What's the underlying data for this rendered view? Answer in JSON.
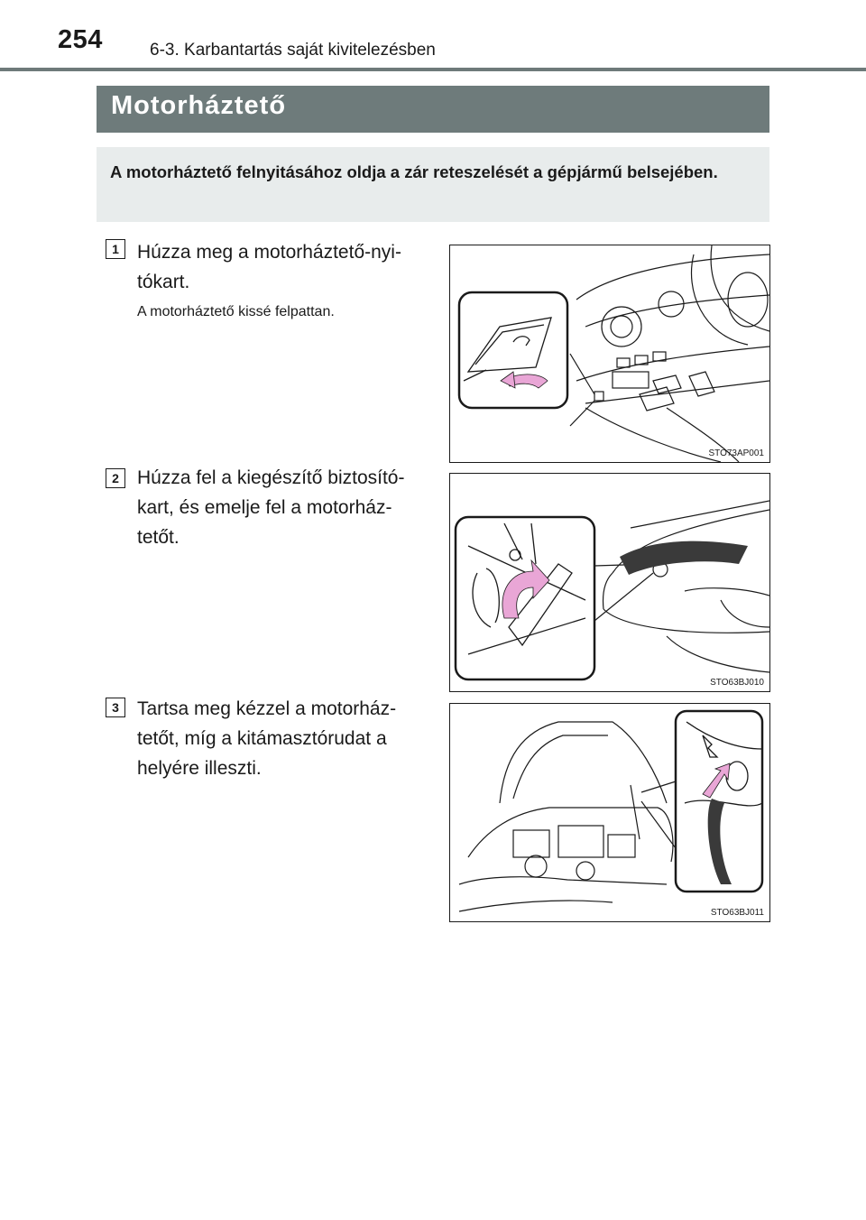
{
  "header": {
    "page_number": "254",
    "section_title": "6-3. Karbantartás saját kivitelezésben"
  },
  "title": "Motorháztető",
  "intro": "A motorháztető felnyitásához oldja a zár reteszelését a gépjármű belsejében.",
  "steps": [
    {
      "number": "1",
      "text": "Húzza meg a motorháztető-nyi-tókart.",
      "note": "A motorháztető kissé felpattan.",
      "figure_code": "STO73AP001"
    },
    {
      "number": "2",
      "text": "Húzza fel a kiegészítő biztosító-kart, és emelje fel a motorház-tetőt.",
      "figure_code": "STO63BJ010"
    },
    {
      "number": "3",
      "text": "Tartsa meg kézzel a motorház-tetőt, míg a kitámasztórudat a helyére illeszti.",
      "figure_code": "STO63BJ011"
    }
  ],
  "colors": {
    "title_bar": "#6e7b7b",
    "intro_box": "#e8ecec",
    "arrow": "#e9a6d6"
  }
}
